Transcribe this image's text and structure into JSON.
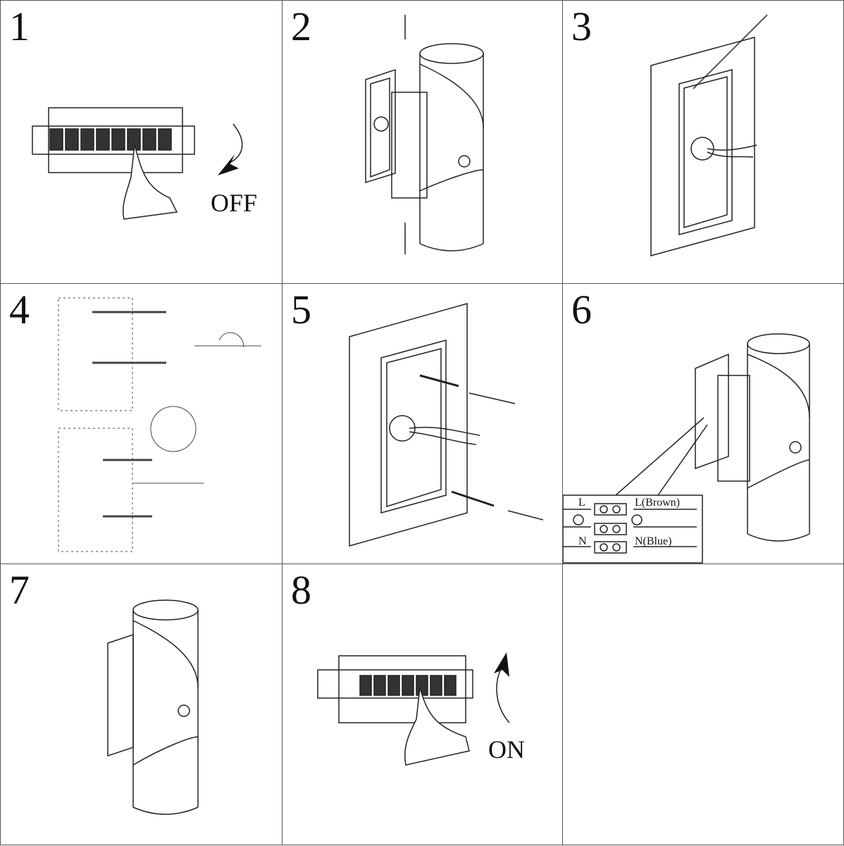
{
  "steps": [
    {
      "number": "1",
      "label": "OFF"
    },
    {
      "number": "2"
    },
    {
      "number": "3"
    },
    {
      "number": "4"
    },
    {
      "number": "5"
    },
    {
      "number": "6",
      "wiring": {
        "left_live": "L",
        "left_neutral": "N",
        "right_live": "L(Brown)",
        "right_neutral": "N(Blue)"
      }
    },
    {
      "number": "7"
    },
    {
      "number": "8",
      "label": "ON"
    }
  ]
}
